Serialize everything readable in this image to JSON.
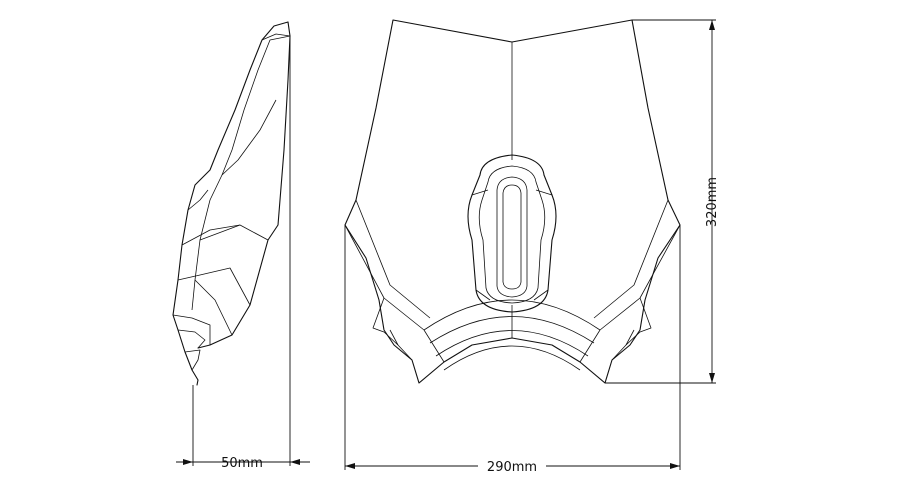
{
  "dimensions": {
    "side_depth": "50mm",
    "front_width": "290mm",
    "front_height": "320mm"
  }
}
